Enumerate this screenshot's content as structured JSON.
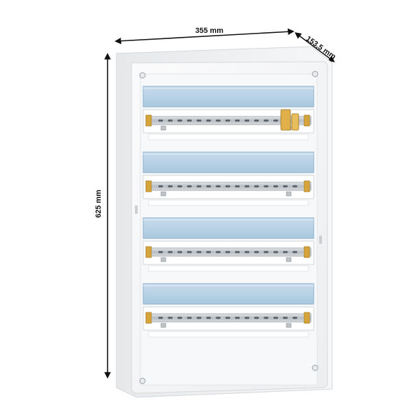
{
  "dimensions": {
    "width": "355 mm",
    "depth": "153,5 mm",
    "height": "625 mm"
  },
  "enclosure": {
    "rows": 4
  },
  "colors": {
    "body": "#f3f4f5",
    "body_shadow": "#dfe2e5",
    "cover_strip": "#b9d3e6",
    "cover_strip_edge": "#8fb1cc",
    "rail": "#c9ced3",
    "rail_hole": "#5a6068",
    "clamp": "#d6a43a",
    "dimension_line": "#111111"
  }
}
